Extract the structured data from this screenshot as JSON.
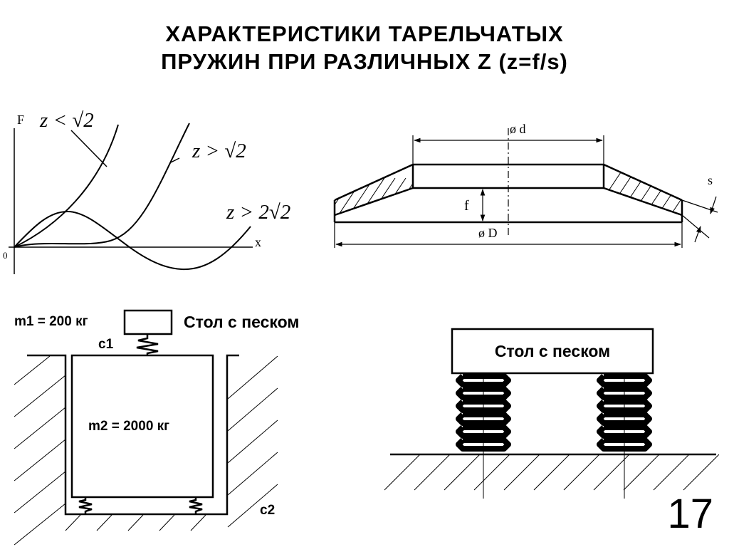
{
  "slide": {
    "title_line1": "ХАРАКТЕРИСТИКИ ТАРЕЛЬЧАТЫХ",
    "title_line2": "ПРУЖИН ПРИ РАЗЛИЧНЫХ Z (z=f/s)",
    "page_number": "17"
  },
  "graph": {
    "y_axis_label": "F",
    "x_axis_label": "x",
    "origin_label": "0",
    "curve1_label": "z < √2",
    "curve2_label": "z > √2",
    "curve3_label": "z > 2√2"
  },
  "spring_drawing": {
    "inner_diameter_label": "ø d",
    "outer_diameter_label": "ø D",
    "height_label": "f",
    "thickness_label": "s"
  },
  "pit_diagram": {
    "m1_label": "m1 = 200 кг",
    "m2_label": "m2 = 2000 кг",
    "c1_label": "c1",
    "c2_label": "c2",
    "table_label": "Стол с песком"
  },
  "stand_diagram": {
    "table_label": "Стол с песком"
  }
}
